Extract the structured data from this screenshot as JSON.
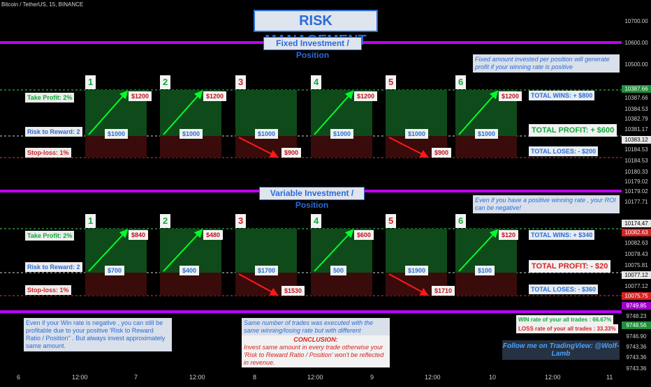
{
  "header": {
    "symbol": "Bitcoin / TetherUS, 15, BINANCE"
  },
  "title": "RISK MANAGEMENT",
  "section1": {
    "title": "Fixed Investment / Position",
    "take_profit": "Take Profit: 2%",
    "risk_reward": "Risk to Reward: 2",
    "stop_loss": "Stop-loss: 1%",
    "note": "Fixed amount invested per position will generate profit if your winning rate is positive",
    "total_wins": "TOTAL WINS:  + $800",
    "total_profit": "TOTAL PROFIT: + $600",
    "total_loses": "TOTAL LOSES:  - $200"
  },
  "section2": {
    "title": "Variable Investment / Position",
    "take_profit": "Take Profit: 2%",
    "risk_reward": "Risk to Reward: 2",
    "stop_loss": "Stop-loss: 1%",
    "note": "Even if you have a positive winning rate , your ROI can be negative!",
    "total_wins": "TOTAL WINS:  + $340",
    "total_profit": "TOTAL PROFIT: - $20",
    "total_loses": "TOTAL LOSES:  - $360"
  },
  "bottom": {
    "left_note": "Even if your Win rate is negative , you can still be profitable due to your positive 'Risk to Reward Ratio / Position\" . But always invest approximately same amount.",
    "mid_note": "Same number of trades was executed with the same winning/losing rate but with different investment.",
    "conclusion_title": "CONCLUSION:",
    "conclusion": "Invest same amount in every trade otherwise your 'Risk to Reward Ratio / Position' won't be reflected in revenue.",
    "win_rate": "WIN rate of your all trades : 66.67%",
    "loss_rate": "LOSS rate of your all trades : 33.33%",
    "follow": "Follow me on TradingView: @Wolf-Lamb"
  },
  "chart_data": {
    "type": "table",
    "title": "RISK MANAGEMENT",
    "trades": [
      {
        "n": "1",
        "outcome": "win"
      },
      {
        "n": "2",
        "outcome": "win"
      },
      {
        "n": "3",
        "outcome": "loss"
      },
      {
        "n": "4",
        "outcome": "win"
      },
      {
        "n": "5",
        "outcome": "loss"
      },
      {
        "n": "6",
        "outcome": "win"
      }
    ],
    "fixed": {
      "entry": [
        "$1000",
        "$1000",
        "$1000",
        "$1000",
        "$1000",
        "$1000"
      ],
      "result": [
        "$1200",
        "$1200",
        "$900",
        "$1200",
        "$900",
        "$1200"
      ]
    },
    "variable": {
      "entry": [
        "$700",
        "$400",
        "$1700",
        "500",
        "$1900",
        "$100"
      ],
      "result": [
        "$840",
        "$480",
        "$1530",
        "$600",
        "$1710",
        "$120"
      ]
    },
    "x_ticks": [
      "6",
      "12:00",
      "7",
      "12:00",
      "8",
      "12:00",
      "9",
      "12:00",
      "10",
      "12:00",
      "11"
    ],
    "y_ticks": [
      {
        "v": "10700.00",
        "s": ""
      },
      {
        "v": "10600.00",
        "s": ""
      },
      {
        "v": "10500.00",
        "s": ""
      },
      {
        "v": "10387.66",
        "s": "g"
      },
      {
        "v": "10387.66",
        "s": ""
      },
      {
        "v": "10384.53",
        "s": ""
      },
      {
        "v": "10382.79",
        "s": ""
      },
      {
        "v": "10383.12",
        "s": "w"
      },
      {
        "v": "10381.17",
        "s": ""
      },
      {
        "v": "10184.53",
        "s": ""
      },
      {
        "v": "10184.53",
        "s": ""
      },
      {
        "v": "10180.33",
        "s": ""
      },
      {
        "v": "10179.02",
        "s": ""
      },
      {
        "v": "10179.02",
        "s": ""
      },
      {
        "v": "10177.71",
        "s": ""
      },
      {
        "v": "10174.47",
        "s": "w"
      },
      {
        "v": "10082.63",
        "s": "r"
      },
      {
        "v": "10082.63",
        "s": ""
      },
      {
        "v": "10078.43",
        "s": ""
      },
      {
        "v": "10075.81",
        "s": ""
      },
      {
        "v": "10077.12",
        "s": "w"
      },
      {
        "v": "10077.12",
        "s": ""
      },
      {
        "v": "10075.75",
        "s": "r"
      },
      {
        "v": "9749.85",
        "s": "p"
      },
      {
        "v": "9748.23",
        "s": ""
      },
      {
        "v": "9748.56",
        "s": "g"
      },
      {
        "v": "9746.90",
        "s": ""
      },
      {
        "v": "9743.36",
        "s": ""
      },
      {
        "v": "9743.36",
        "s": ""
      },
      {
        "v": "9743.36",
        "s": ""
      }
    ],
    "colors": {
      "win": "#00ff2a",
      "loss": "#ff1a1a",
      "band": "#c000ff",
      "label": "#2c6bd6"
    }
  }
}
